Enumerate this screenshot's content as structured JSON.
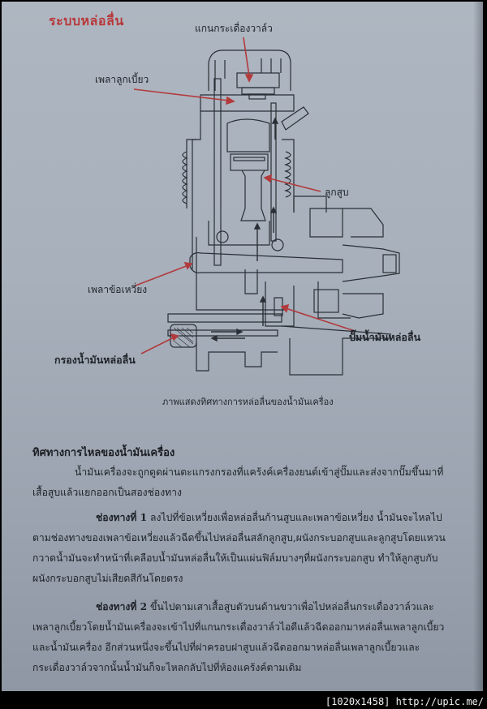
{
  "page": {
    "title": "ระบบหล่อลื่น",
    "title_color": "#b8383a",
    "background_color": "#a7b0bb"
  },
  "diagram": {
    "labels": {
      "rocker_shaft": "แกนกระเดื่องวาล์ว",
      "camshaft": "เพลาลูกเบี้ยว",
      "piston": "ลูกสูบ",
      "crankshaft": "เพลาข้อเหวี่ยง",
      "oil_pump": "ปั๊มน้ำมันหล่อลื่น",
      "oil_filter": "กรองน้ำมันหล่อลื่น"
    },
    "arrow_color": "#b23a3c",
    "caption": "ภาพแสดงทิศทางการหล่อลื่นของน้ำมันเครื่อง"
  },
  "body": {
    "section_heading": "ทิศทางการไหลของน้ำมันเครื่อง",
    "intro": "น้ำมันเครื่องจะถูกดูดผ่านตะแกรงกรองที่แคร้งค์เครื่องยนต์เข้าสู่ปั๊มและส่งจากปั๊มขึ้นมาที่เสื้อสูบแล้วแยกออกเป็นสองช่องทาง",
    "route1": {
      "lead": "ช่องทางที่ 1",
      "text": " ลงไปที่ข้อเหวี่ยงเพื่อหล่อลื่นก้านสูบและเพลาข้อเหวี่ยง น้ำมันจะไหลไปตามช่องทางของเพลาข้อเหวี่ยงแล้วฉีดขึ้นไปหล่อลื่นสลักลูกสูบ,ผนังกระบอกสูบและลูกสูบโดยแหวนกวาดน้ำมันจะทำหน้าที่เคลือบน้ำมันหล่อลื่นให้เป็นแผ่นฟิล์มบางๆที่ผนังกระบอกสูบ ทำให้ลูกสูบกับผนังกระบอกสูบไม่เสียดสีกันโดยตรง"
    },
    "route2": {
      "lead": "ช่องทางที่ 2",
      "text": " ขึ้นไปตามเสาเสื้อสูบตัวบนด้านขวาเพื่อไปหล่อลื่นกระเดื่องวาล์วและเพลาลูกเบี้ยวโดยน้ำมันเครื่องจะเข้าไปที่แกนกระเดื่องวาล์วไอดีแล้วฉีดออกมาหล่อลื่นเพลาลูกเบี้ยวและน้ำมันเครื่อง อีกส่วนหนึ่งจะขึ้นไปที่ฝาครอบฝาสูบแล้วฉีดออกมาหล่อลื่นเพลาลูกเบี้ยวและกระเดื่องวาล์วจากนั้นน้ำมันก็จะไหลกลับไปที่ห้องแคร้งค์ตามเดิม"
    }
  },
  "watermark": "[1020x1458] http://upic.me/"
}
